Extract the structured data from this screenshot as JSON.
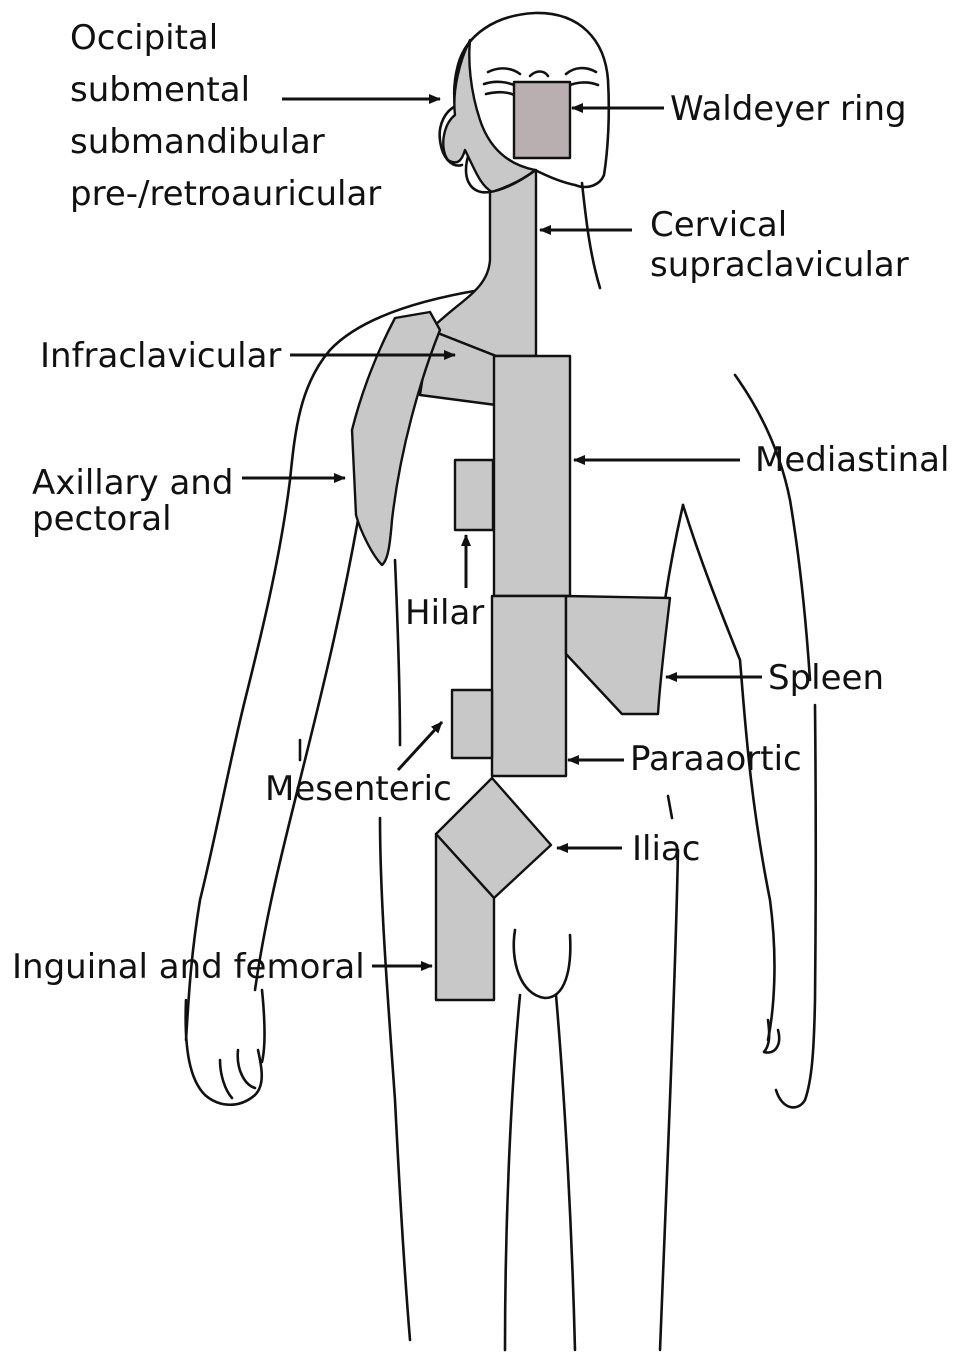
{
  "labels": {
    "occipital": "Occipital",
    "submental": "submental",
    "submandibular": "submandibular",
    "auricular": "pre-/retroauricular",
    "waldeyer": "Waldeyer ring",
    "cervical": "Cervical",
    "supraclavicular": "supraclavicular",
    "infraclavicular": "Infraclavicular",
    "axillary": "Axillary and",
    "pectoral": "pectoral",
    "mediastinal": "Mediastinal",
    "hilar": "Hilar",
    "spleen": "Spleen",
    "mesenteric": "Mesenteric",
    "paraaortic": "Paraaortic",
    "iliac": "Iliac",
    "inguinal": "Inguinal and femoral"
  },
  "colors": {
    "region_fill": "#c8c8c8",
    "waldeyer_fill": "#b9aeb0",
    "outline": "#111111",
    "background": "#ffffff"
  }
}
